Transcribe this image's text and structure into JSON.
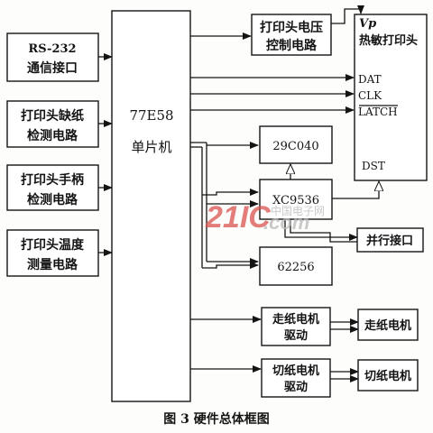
{
  "caption": "图 3  硬件总体框图",
  "watermark": {
    "brand": "21IC",
    "cn": "中国电子网",
    "domain": ".com"
  },
  "blocks": {
    "rs232": {
      "line1": "RS-232",
      "line2": "通信接口"
    },
    "paper_out": {
      "line1": "打印头缺纸",
      "line2": "检测电路"
    },
    "handle": {
      "line1": "打印头手柄",
      "line2": "检测电路"
    },
    "temp": {
      "line1": "打印头温度",
      "line2": "测量电路"
    },
    "mcu": {
      "line1": "77E58",
      "line2": "单片机"
    },
    "voltage": {
      "line1": "打印头电压",
      "line2": "控制电路"
    },
    "printhead": {
      "vp": "Vp",
      "title": "热敏打印头",
      "dat": "DAT",
      "clk": "CLK",
      "latch": "LATCH",
      "dst": "DST"
    },
    "flash": {
      "label": "29C040"
    },
    "cpld": {
      "label": "XC9536"
    },
    "parallel": {
      "label": "并行接口"
    },
    "sram": {
      "label": "62256"
    },
    "feed_drv": {
      "line1": "走纸电机",
      "line2": "驱动"
    },
    "feed_motor": {
      "label": "走纸电机"
    },
    "cut_drv": {
      "line1": "切纸电机",
      "line2": "驱动"
    },
    "cut_motor": {
      "label": "切纸电机"
    }
  },
  "colors": {
    "ink": "#141414",
    "watermark_red": "#d9534f",
    "watermark_gray": "#b8b8b8"
  }
}
